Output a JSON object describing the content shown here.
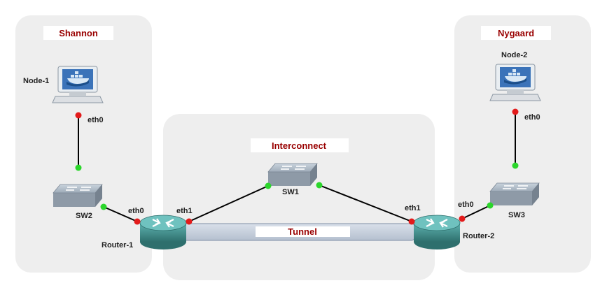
{
  "colors": {
    "title_red": "#990000",
    "port_red": "#e31b1b",
    "port_green": "#2bd62b",
    "zone_fill": "#eeeeee",
    "link": "#000000",
    "router_teal": "#3e8e8c",
    "switch_gray": "#9aa6b2",
    "tunnel_fill": "#c7d0dd"
  },
  "zones": {
    "left": {
      "title": "Shannon"
    },
    "center": {
      "title": "Interconnect"
    },
    "right": {
      "title": "Nygaard"
    }
  },
  "nodes": {
    "node1": {
      "label": "Node-1",
      "port": "eth0",
      "icon": "docker-host-icon"
    },
    "node2": {
      "label": "Node-2",
      "port": "eth0",
      "icon": "docker-host-icon"
    },
    "sw1": {
      "label": "SW1",
      "icon": "ethernet-switch-icon"
    },
    "sw2": {
      "label": "SW2",
      "icon": "ethernet-switch-icon"
    },
    "sw3": {
      "label": "SW3",
      "icon": "ethernet-switch-icon"
    },
    "router1": {
      "label": "Router-1",
      "port_eth0": "eth0",
      "port_eth1": "eth1",
      "icon": "router-icon"
    },
    "router2": {
      "label": "Router-2",
      "port_eth0": "eth0",
      "port_eth1": "eth1",
      "icon": "router-icon"
    }
  },
  "tunnel": {
    "label": "Tunnel"
  }
}
